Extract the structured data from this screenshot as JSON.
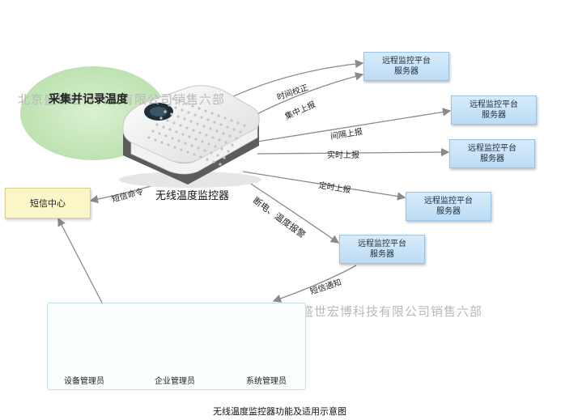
{
  "collect_label": "采集并记录温度",
  "device_title": "无线温度监控器",
  "server_line1": "远程监控平台",
  "server_line2": "服务器",
  "servers": [
    {
      "line1": "远程监控平台",
      "line2": "服务器"
    },
    {
      "line1": "远程监控平台",
      "line2": "服务器"
    },
    {
      "line1": "远程监控平台",
      "line2": "服务器"
    },
    {
      "line1": "远程监控平台",
      "line2": "服务器"
    },
    {
      "line1": "远程监控平台",
      "line2": "服务器"
    }
  ],
  "arrows": {
    "time_sync": "时间校正",
    "batch_report": "集中上报",
    "interval_report": "间隔上报",
    "realtime_report": "实时上报",
    "scheduled_report": "定时上报",
    "power_alarm": "断电、温度报警",
    "sms_notify": "短信通知",
    "sms_command": "短信命令"
  },
  "sms_center": "短信中心",
  "admins": [
    "设备管理员",
    "企业管理员",
    "系统管理员"
  ],
  "watermark": "北京盛世宏博科技有限公司销售六部",
  "caption": "无线温度监控器功能及适用示意图",
  "colors": {
    "server_fill": "#c8e3f8",
    "sms_fill": "#fbf6c8",
    "ellipse_fill": "#c9eac0",
    "arrow": "#8a8a8a"
  }
}
